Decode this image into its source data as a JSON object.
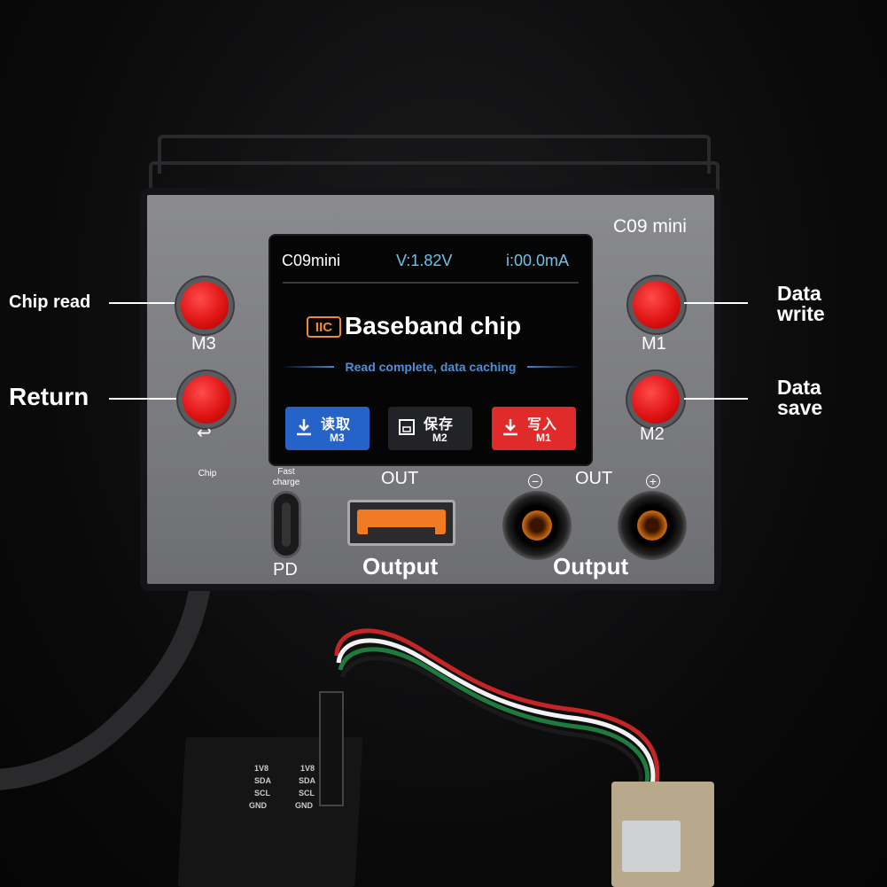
{
  "device": {
    "model_label": "C09 mini",
    "screen": {
      "device_name": "C09mini",
      "voltage": "V:1.82V",
      "current": "i:00.0mA",
      "protocol_badge": "IIC",
      "chip_title": "Baseband chip",
      "status": "Read complete, data caching",
      "buttons": [
        {
          "label": "读取",
          "key": "M3",
          "color": "#2563c9",
          "icon": "download-icon"
        },
        {
          "label": "保存",
          "key": "M2",
          "color": "#222326",
          "icon": "save-icon"
        },
        {
          "label": "写入",
          "key": "M1",
          "color": "#e12b2b",
          "icon": "download-icon"
        }
      ]
    },
    "physical_buttons": {
      "m3": "M3",
      "return_symbol": "↩",
      "m1": "M1",
      "m2": "M2"
    },
    "callouts": {
      "chip_read": "Chip read",
      "return": "Return",
      "data_write": [
        "Data",
        "write"
      ],
      "data_save": [
        "Data",
        "save"
      ]
    },
    "ports": {
      "chip_label": "Chip",
      "fast_charge": [
        "Fast",
        "charge"
      ],
      "pd_label": "PD",
      "usb_out_label": "OUT",
      "usb_output": "Output",
      "dc_out_label": "OUT",
      "dc_output": "Output",
      "minus": "−",
      "plus": "+"
    }
  },
  "board": {
    "pins_left": [
      "1V8",
      "SDA",
      "SCL",
      "GND"
    ],
    "pins_right": [
      "1V8",
      "SDA",
      "SCL",
      "GND"
    ]
  },
  "colors": {
    "button_red": "#e01414",
    "screen_blue": "#4f8fd6",
    "voltage_cyan": "#6fc3e8",
    "badge_orange": "#f08a2b"
  }
}
